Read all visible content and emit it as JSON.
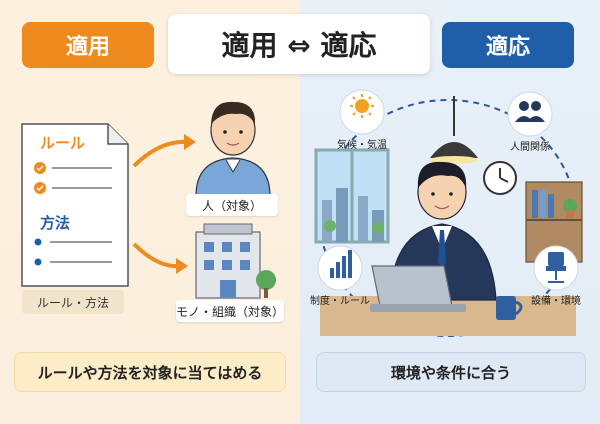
{
  "header": {
    "left_pill": "適用",
    "title": "適用 ⇔ 適応",
    "right_pill": "適応"
  },
  "left": {
    "doc_rule": "ルール",
    "doc_method": "方法",
    "doc_label": "ルール・方法",
    "person_label": "人（対象）",
    "org_label": "モノ・組織（対象）",
    "bottom": "ルールや方法を対象に当てはめる"
  },
  "right": {
    "climate": "気候・気温",
    "relations": "人間関係",
    "system": "制度・ルール",
    "facilities": "設備・環境",
    "bottom": "環境や条件に合う"
  },
  "colors": {
    "orange": "#ef8a1f",
    "blue": "#1f5ea8"
  }
}
